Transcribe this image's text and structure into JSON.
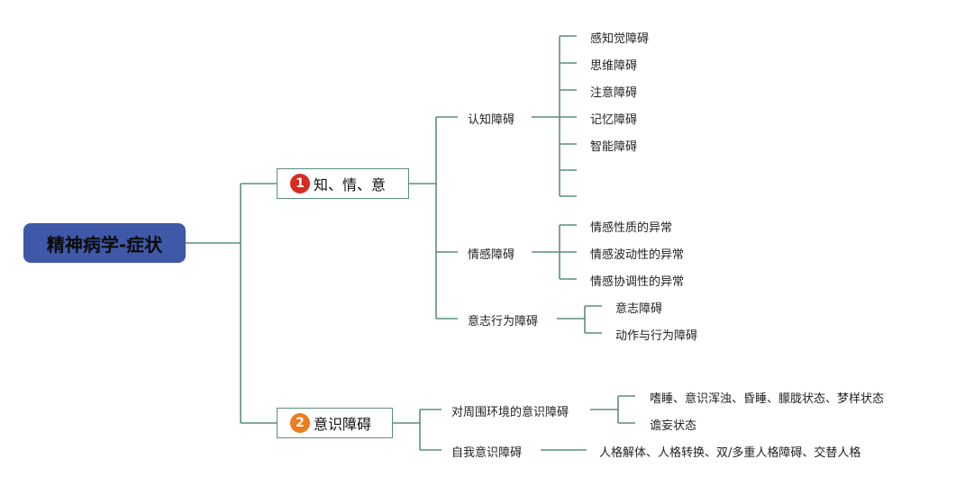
{
  "colors": {
    "root_fill": "#3f58a8",
    "line": "#5a8f7b",
    "badge1": "#d92b1f",
    "badge2": "#ec7c1c"
  },
  "root": {
    "label": "精神病学-症状"
  },
  "branch1": {
    "number": "1",
    "label": "知、情、意",
    "cognition": {
      "label": "认知障碍",
      "items": [
        "感知觉障碍",
        "思维障碍",
        "注意障碍",
        "记忆障碍",
        "智能障碍"
      ]
    },
    "emotion": {
      "label": "情感障碍",
      "items": [
        "情感性质的异常",
        "情感波动性的异常",
        "情感协调性的异常"
      ]
    },
    "will": {
      "label": "意志行为障碍",
      "items": [
        "意志障碍",
        "动作与行为障碍"
      ]
    }
  },
  "branch2": {
    "number": "2",
    "label": "意识障碍",
    "environment": {
      "label": "对周围环境的意识障碍",
      "items": [
        "嗜睡、意识浑浊、昏睡、朦胧状态、梦样状态",
        "谵妄状态"
      ]
    },
    "self": {
      "label": "自我意识障碍",
      "items": [
        "人格解体、人格转换、双/多重人格障碍、交替人格"
      ]
    }
  }
}
